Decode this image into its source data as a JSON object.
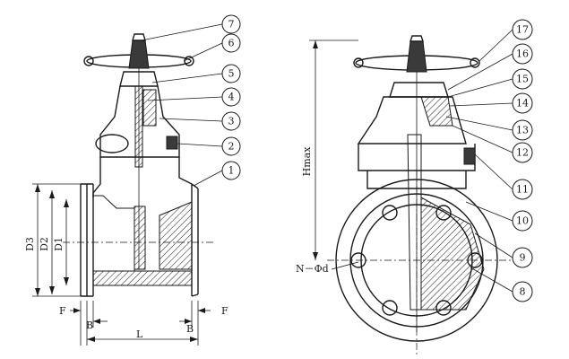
{
  "callouts": [
    "1",
    "2",
    "3",
    "4",
    "5",
    "6",
    "7",
    "8",
    "9",
    "10",
    "11",
    "12",
    "13",
    "14",
    "15",
    "16",
    "17"
  ],
  "dimensions": {
    "d3": "D3",
    "d2": "D2",
    "d1": "D1",
    "f_left": "F",
    "f_right": "F",
    "b_left": "B",
    "b_right": "B",
    "l": "L",
    "hmax": "Hmax",
    "bolt": "N－Φd"
  }
}
